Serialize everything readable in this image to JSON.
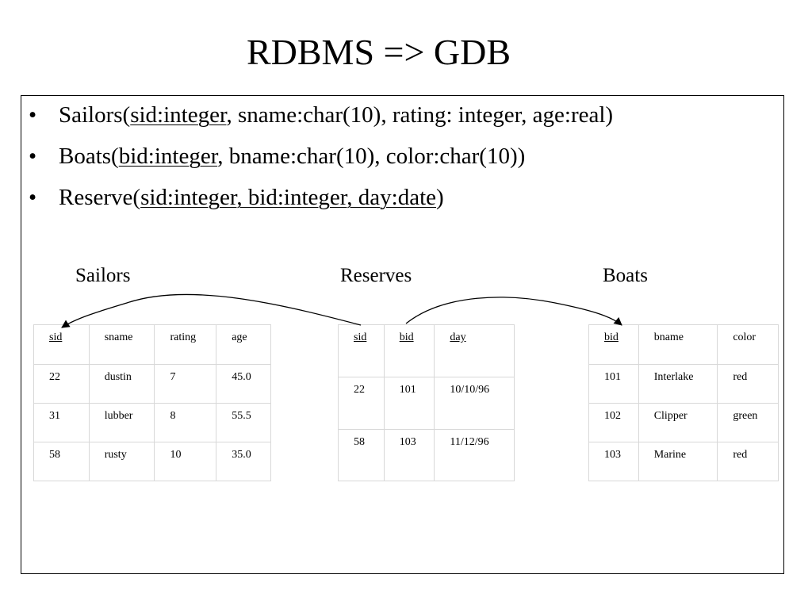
{
  "title": "RDBMS => GDB",
  "bullets": [
    {
      "prefix": "Sailors(",
      "key": "sid:integer",
      "rest": ", sname:char(10), rating: integer, age:real)"
    },
    {
      "prefix": "Boats(",
      "key": "bid:integer",
      "rest": ", bname:char(10), color:char(10))"
    },
    {
      "prefix": "Reserve(",
      "key": "sid:integer, bid:integer, day:date",
      "rest": ")"
    }
  ],
  "bullet_symbol": "•",
  "labels": {
    "sailors": "Sailors",
    "reserves": "Reserves",
    "boats": "Boats"
  },
  "sailors": {
    "headers": [
      "sid",
      "sname",
      "rating",
      "age"
    ],
    "rows": [
      [
        "22",
        "dustin",
        "7",
        "45.0"
      ],
      [
        "31",
        "lubber",
        "8",
        "55.5"
      ],
      [
        "58",
        "rusty",
        "10",
        "35.0"
      ]
    ]
  },
  "reserves": {
    "headers": [
      "sid",
      "bid",
      "day"
    ],
    "rows": [
      [
        "22",
        "101",
        "10/10/96"
      ],
      [
        "58",
        "103",
        "11/12/96"
      ]
    ]
  },
  "boats": {
    "headers": [
      "bid",
      "bname",
      "color"
    ],
    "rows": [
      [
        "101",
        "Interlake",
        "red"
      ],
      [
        "102",
        "Clipper",
        "green"
      ],
      [
        "103",
        "Marine",
        "red"
      ]
    ]
  }
}
